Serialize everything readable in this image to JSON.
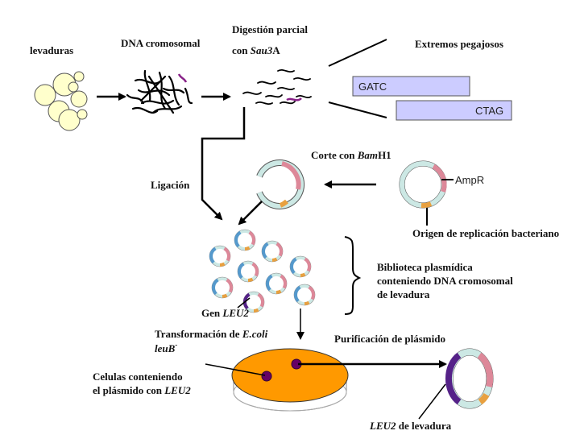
{
  "labels": {
    "yeast": "levaduras",
    "chromosomal_dna": "DNA cromosomal",
    "partial_digest_line1": "Digestión parcial",
    "partial_digest_with": "con ",
    "partial_digest_enzyme": "Sau3",
    "partial_digest_enzyme_suffix": "A",
    "sticky_ends": "Extremos pegajosos",
    "cut_with": "Corte con ",
    "cut_enzyme": "Bam",
    "cut_enzyme_suffix": "H1",
    "ampr": "AmpR",
    "origin": "Origen de replicación bacteriano",
    "ligation": "Ligación",
    "library_line1": "Biblioteca plasmídica",
    "library_line2": "conteniendo DNA cromosomal",
    "library_line3": "de levadura",
    "gene_prefix": "Gen ",
    "gene_name": "LEU2",
    "transformation_prefix": "Transformación de ",
    "transformation_species": "E.coli",
    "transformation_strain": "leuB",
    "transformation_strain_sup": "-",
    "purification": "Purificación de plásmido",
    "cells_line1": "Celulas conteniendo",
    "cells_line2_prefix": "el plásmido con ",
    "cells_line2_gene": "LEU2",
    "final_gene": "LEU2",
    "final_suffix": " de levadura"
  },
  "sequences": {
    "top_strand": "GATC",
    "bottom_strand": "CTAG"
  },
  "colors": {
    "yeast_fill": "#ffffcc",
    "strand_fill": "#ccccff",
    "plasmid_teal": "#cce8e4",
    "plasmid_pink": "#dd8899",
    "plasmid_orange": "#e8a040",
    "plasmid_blue": "#5599cc",
    "insert_purple": "#552288",
    "plate_fill": "#ff9900",
    "colony": "#660066"
  }
}
